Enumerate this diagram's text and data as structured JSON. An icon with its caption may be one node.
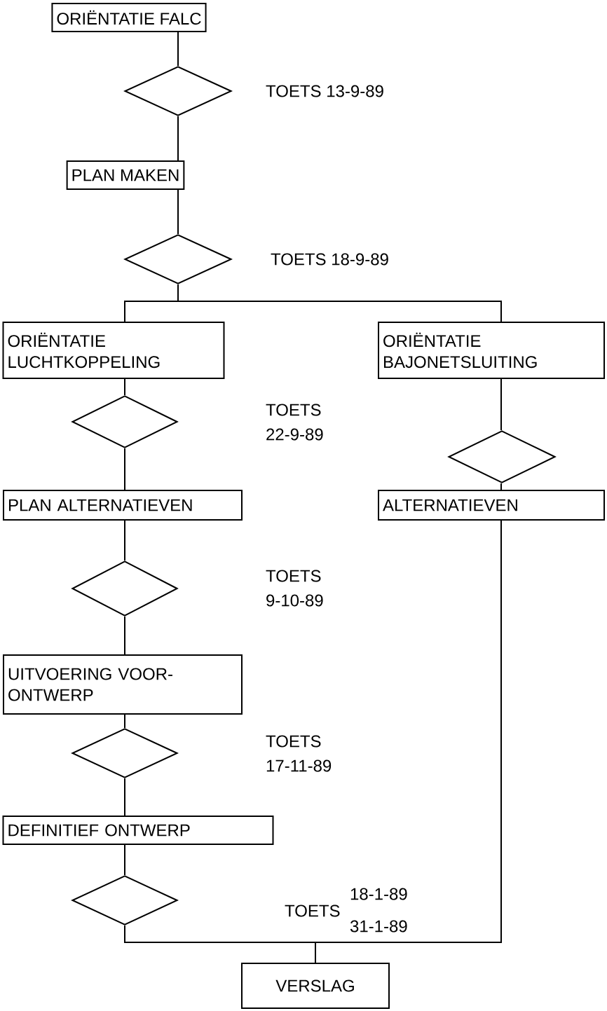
{
  "diagram": {
    "nodes": [
      {
        "text": [
          "ORIËNTATIE FALC"
        ]
      },
      {
        "text": [],
        "shape": "diamond",
        "beside": [
          "TOETS 13-9-89"
        ]
      },
      {
        "text": [
          "PLAN MAKEN"
        ]
      },
      {
        "text": [],
        "shape": "diamond",
        "beside": [
          "TOETS 18-9-89"
        ]
      },
      {
        "text": [
          "ORIËNTATIE LUCHTKOPPELING"
        ]
      },
      {
        "text": [
          "ORIËNTATIE BAJONETSLUITING"
        ]
      },
      {
        "text": [],
        "shape": "diamond",
        "beside": [
          "TOETS",
          "22-9-89"
        ]
      },
      {
        "text": [],
        "shape": "diamond"
      },
      {
        "text": [
          "PLAN ALTERNATIEVEN"
        ]
      },
      {
        "text": [
          "ALTERNATIEVEN"
        ]
      },
      {
        "text": [],
        "shape": "diamond",
        "beside": [
          "TOETS",
          "9-10-89"
        ]
      },
      {
        "text": [
          "UITVOERING VOOR- ONTWERP"
        ]
      },
      {
        "text": [],
        "shape": "diamond",
        "beside": [
          "TOETS",
          "17-11-89"
        ]
      },
      {
        "text": [
          "DEFINITIEF ONTWERP"
        ]
      },
      {
        "text": [],
        "shape": "diamond",
        "beside": [
          "TOETS",
          "18-1-89",
          "31-1-89"
        ]
      },
      {
        "text": [
          "VERSLAG"
        ]
      }
    ],
    "edges": [
      {
        "from": 0,
        "to": 1,
        "arrow": "none"
      },
      {
        "from": 1,
        "to": 2,
        "arrow": "none"
      },
      {
        "from": 2,
        "to": 3,
        "arrow": "none"
      },
      {
        "from": 3,
        "to": 4,
        "arrow": "none"
      },
      {
        "from": 3,
        "to": 5,
        "arrow": "none"
      },
      {
        "from": 4,
        "to": 6,
        "arrow": "none"
      },
      {
        "from": 6,
        "to": 8,
        "arrow": "none"
      },
      {
        "from": 8,
        "to": 10,
        "arrow": "none"
      },
      {
        "from": 10,
        "to": 11,
        "arrow": "none"
      },
      {
        "from": 11,
        "to": 12,
        "arrow": "none"
      },
      {
        "from": 12,
        "to": 13,
        "arrow": "none"
      },
      {
        "from": 13,
        "to": 14,
        "arrow": "none"
      },
      {
        "from": 14,
        "to": 15,
        "arrow": "none"
      },
      {
        "from": 5,
        "to": 7,
        "arrow": "none"
      },
      {
        "from": 7,
        "to": 9,
        "arrow": "none"
      },
      {
        "from": 9,
        "to": 15,
        "arrow": "none"
      }
    ]
  }
}
